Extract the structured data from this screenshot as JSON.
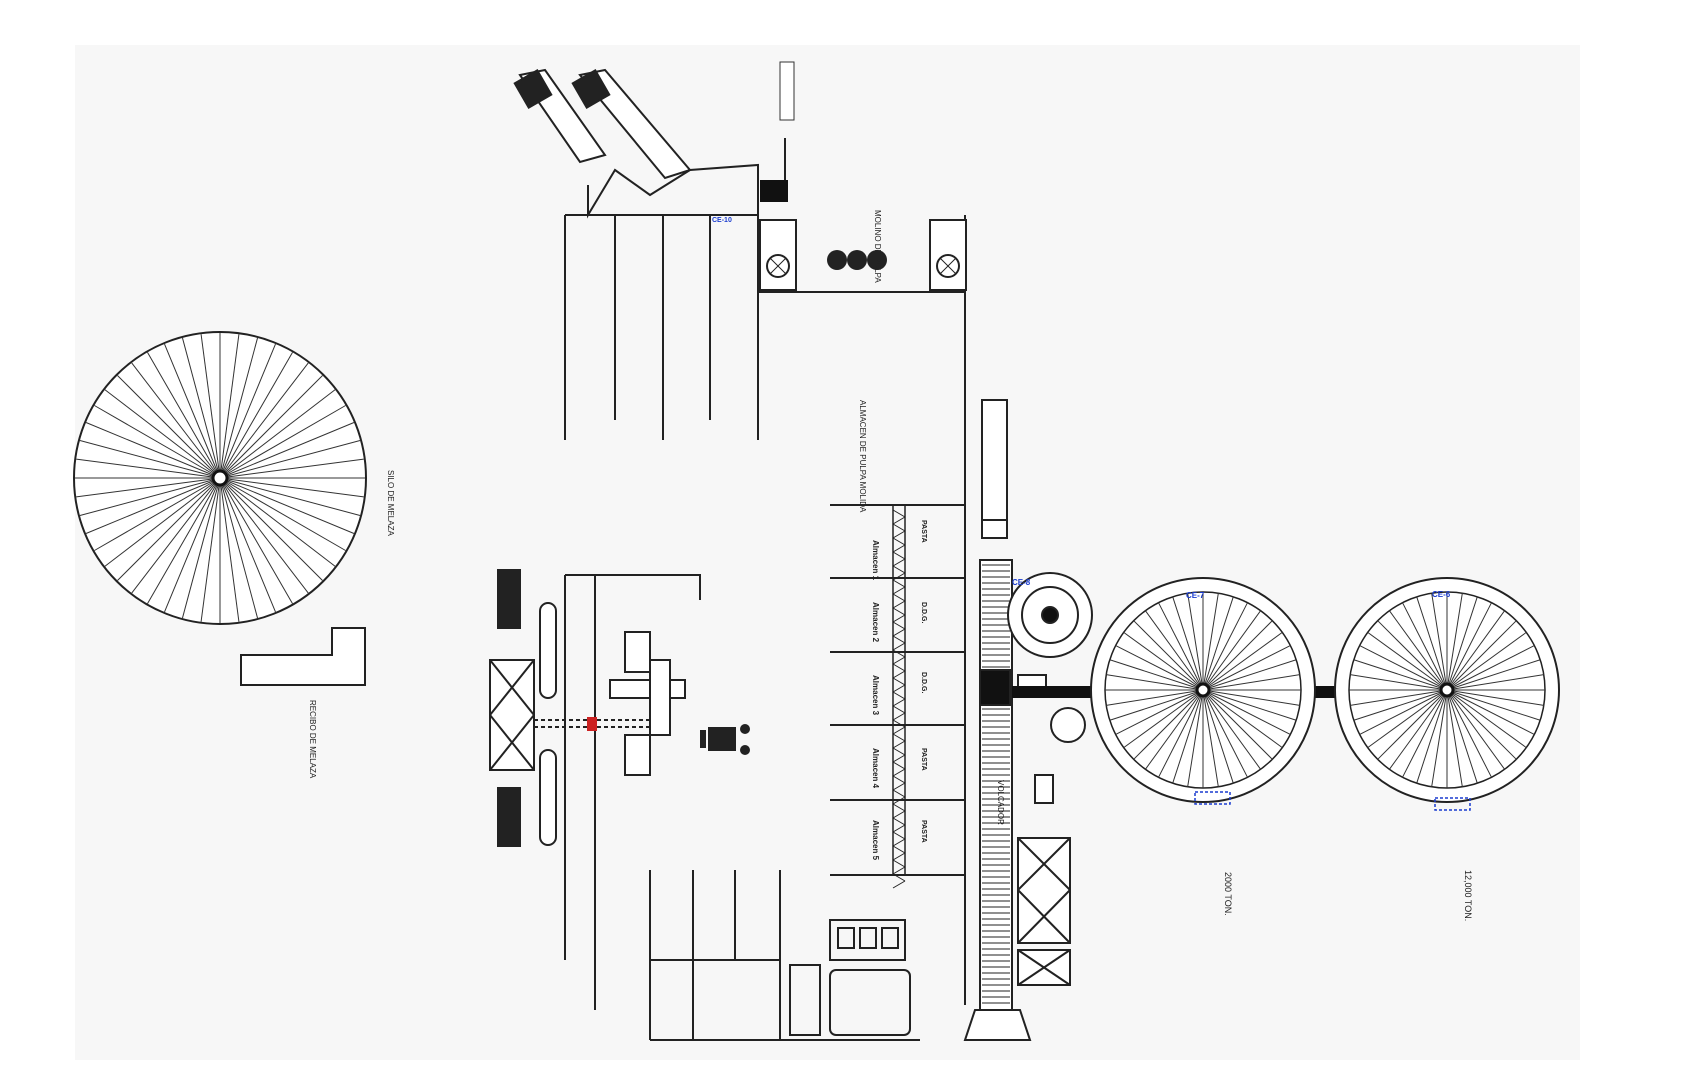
{
  "labels": {
    "silo_melaza": "SILO DE MELAZA",
    "recibo_melaza": "RECIBO DE MELAZA",
    "molino_pulpa": "MOLINO DE PULPA",
    "almacen_pulpa": "ALMACEN DE PULPA MOLIDA",
    "almacen_1": "Almacen 1",
    "almacen_2": "Almacen 2",
    "almacen_3": "Almacen 3",
    "almacen_4": "Almacen 4",
    "almacen_5": "Almacen 5",
    "pasta_1": "PASTA",
    "ddg_1": "D.D.G.",
    "ddg_2": "D.D.G.",
    "pasta_2": "PASTA",
    "pasta_3": "PASTA",
    "volcador": "VOLCADOR",
    "cap_1": "2000 TON.",
    "cap_2": "12,000 TON."
  },
  "tags": {
    "ce_top": "CE-10",
    "ce_small": "CE-8",
    "ce_silo_1": "CE-7",
    "ce_silo_2": "CE-6"
  }
}
